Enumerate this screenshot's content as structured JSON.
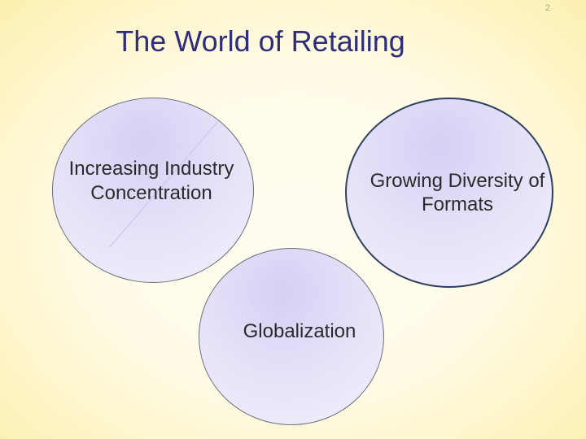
{
  "slide": {
    "page_number": "2",
    "title": "The World of Retailing"
  },
  "diagram": {
    "circles": [
      {
        "label": "Increasing Industry Concentration"
      },
      {
        "label": "Growing Diversity of Formats"
      },
      {
        "label": "Globalization"
      }
    ]
  }
}
